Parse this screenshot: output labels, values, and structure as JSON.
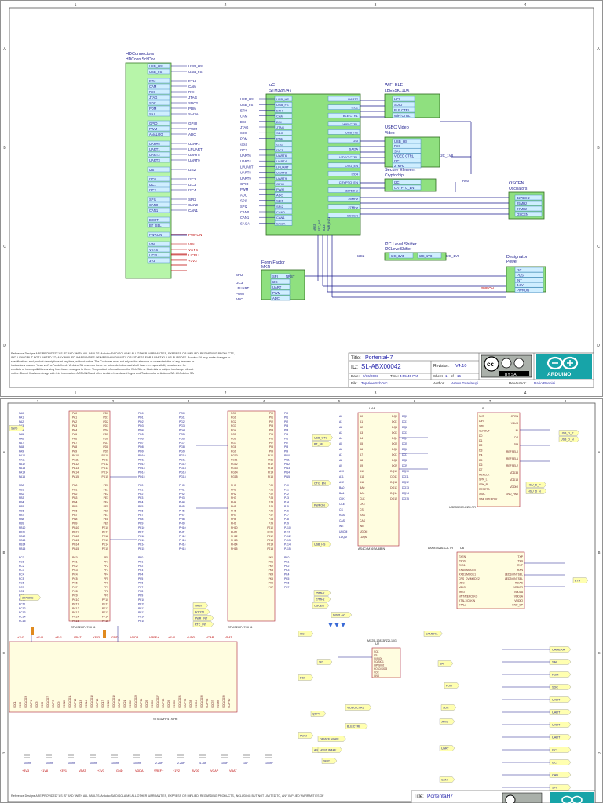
{
  "sheet1": {
    "col_numbers": [
      "1",
      "2",
      "3",
      "4"
    ],
    "row_letters": [
      "A",
      "B",
      "C",
      "D"
    ],
    "connector": {
      "title": "HDConnectors",
      "subtitle": "HDConn.SchDoc",
      "groups": [
        [
          "USB_HS",
          "USB_FS"
        ],
        [
          "ETH",
          "CAM",
          "DSI",
          "JTAG",
          "SDC",
          "PDM",
          "SAI"
        ],
        [
          "GPIO",
          "PWM",
          "ANALOG"
        ],
        [
          "UART0",
          "UART1",
          "UART2",
          "UART3"
        ],
        [
          "I2S"
        ],
        [
          "I2C0",
          "I2C1",
          "I2C2"
        ],
        [
          "SPI1",
          "CAN0",
          "CAN1"
        ],
        [
          "BOOT",
          "BT_SEL"
        ],
        [
          "PWRON"
        ],
        [
          "VIN",
          "VSYS",
          "LICELL",
          "3V3"
        ]
      ],
      "nets": [
        "USB_HS",
        "USB_FS",
        "ETH",
        "CAM",
        "DSI",
        "JTAG",
        "SDC2",
        "PDM",
        "SAI2A",
        "GPIO",
        "PWM",
        "ADC",
        "UART4",
        "LPUART",
        "UART8",
        "UART9",
        "I2S2",
        "I2C2",
        "I2C3",
        "I2C4",
        "SPI2",
        "CAN0",
        "CAN1",
        "",
        "",
        "PWRON",
        "VIN",
        "VSYS",
        "LICELL",
        "+3V3"
      ]
    },
    "uc": {
      "title": "uC",
      "subtitle": "STM32H747",
      "left_pins": [
        "USB_HS",
        "USB_FS",
        "ETH",
        "CAM",
        "DSI",
        "JTAG",
        "SDC",
        "PDM",
        "I2S2",
        "I2C3",
        "UART6",
        "UART4",
        "LPUART",
        "UART8",
        "UART9",
        "GPIO",
        "PWM",
        "ADC",
        "SPI1",
        "SPI2",
        "CAN0",
        "CAN1",
        "SAI2A"
      ],
      "right_pins": [
        "UART7",
        "I2C1",
        "BLE CTRL",
        "WiFi CTRL",
        "USB_HS",
        "DSI",
        "SAI2A",
        "VIDEO CTRL",
        "OTG_EN",
        "I2C4",
        "CRYPTO_EN",
        "32768Hz",
        "25MHz",
        "27MHz",
        "OSCEN"
      ],
      "bottom_pins": [
        "NRST",
        "RTC_INT",
        "BOOT",
        "PWR_INT1"
      ]
    },
    "wifi": {
      "title": "WiFi-BLE",
      "subtitle": "LBEE5KL1DX",
      "pins": [
        "HCI",
        "SDIO",
        "BLE CTRL",
        "WiFi CTRL"
      ]
    },
    "video": {
      "title": "USBC Video",
      "subtitle": "Video",
      "pins": [
        "USB_HS",
        "DSI",
        "SAI",
        "VIDEO CTRL",
        "I2C",
        "27MHz"
      ]
    },
    "secure": {
      "title": "Secure Element",
      "subtitle": "Cryptochip",
      "pins": [
        "I2C",
        "CRYPTO_EN"
      ]
    },
    "osc": {
      "title": "OSCEN",
      "subtitle": "Oscillators",
      "pins": [
        "32768Hz",
        "25MHz",
        "27MHz",
        "OSCEN"
      ]
    },
    "level": {
      "title": "I2C Level Shifter",
      "subtitle": "I2CLevelShifter",
      "pins": [
        "I2C_3V3",
        "I2C_1V8"
      ]
    },
    "mkr": {
      "title": "Form Factor",
      "subtitle": "MKR",
      "pins": [
        "SPI",
        "I2C",
        "UART",
        "PWM",
        "ADC",
        "NRST"
      ]
    },
    "designator": {
      "title": "Designator",
      "subtitle": "Power",
      "pins": [
        "I2C",
        "PGS",
        "INT",
        "3.3V",
        "PWRON"
      ]
    },
    "misc_labels": [
      "I2C_1V8",
      "I2C_1V8",
      "I2C2",
      "PWRON",
      "R60",
      "SPI2",
      "I2C3",
      "LPUART",
      "PWM",
      "ADC"
    ],
    "footer": {
      "notice": "Reference Designs ARE PROVIDED \"AS IS\" AND \"WITH ALL FAULTS. Arduino SA DISCLAIMS ALL OTHER WARRANTIES, EXPRESS OR IMPLIED, REGARDING PRODUCTS, INCLUDING BUT NOT LIMITED TO, ANY IMPLIED WARRANTIES OF MERCHANTABILITY OR FITNESS FOR A PARTICULAR PURPOSE. Arduino SA may make changes to specifications and product descriptions at any time, without notice. The Customer must not rely on the absence or characteristics of any features or instructions marked \"reserved\" or \"undefined.\" Arduino SA reserves these for future definition and shall have no responsibility whatsoever for conflicts or incompatibilities arising from future changes to them. The product information on the Web Site or Materials is subject to change without notice. Do not finalize a design with this information. ARDUINO and other Arduino brands and logos and Trademarks of Arduino SA. All Arduino SA Trademarks cannot be used without owner's formal permission.",
      "title_label": "Title:",
      "title": "PortentaH7",
      "id_label": "ID:",
      "id": "SL-ABX00042",
      "revision_label": "Revision:",
      "revision": "V4.10",
      "date_label": "Date:",
      "date": "9/16/2023",
      "time_label": "Time:",
      "time": "4:55:45 PM",
      "sheet_label": "Sheet",
      "sheet": "1",
      "of_label": "of",
      "sheets": "16",
      "file_label": "File:",
      "file": "TopView.SchDoc",
      "author_label": "Author:",
      "author": "Arturo Guadalupi",
      "rev_author_label": "RevAuthor:",
      "rev_author": "Dario Pennisi",
      "cc_text": "BY  SA",
      "logo_text": "ARDUINO"
    }
  },
  "sheet2": {
    "col_numbers": [
      "1",
      "2",
      "3",
      "4",
      "5",
      "6",
      "7",
      "8"
    ],
    "row_letters": [
      "A",
      "B",
      "C",
      "D"
    ],
    "mcu_label": "STM32H747XIH6",
    "mcu_label2": "STM32H747XIH6",
    "mcu_label3": "STM32H747XIH6",
    "pa_pins": [
      "PA0",
      "PA1",
      "PA2",
      "PA3",
      "PA4",
      "PA5",
      "PA6",
      "PA7",
      "PA8",
      "PA9",
      "PA10",
      "PA11",
      "PA12",
      "PA13",
      "PA14",
      "PA15"
    ],
    "pb_pins": [
      "PB0",
      "PB1",
      "PB2",
      "PB3",
      "PB4",
      "PB5",
      "PB6",
      "PB7",
      "PB8",
      "PB9",
      "PB10",
      "PB11",
      "PB12",
      "PB13",
      "PB14",
      "PB15"
    ],
    "pc_pins": [
      "PC0",
      "PC1",
      "PC2",
      "PC3",
      "PC4",
      "PC5",
      "PC6",
      "PC7",
      "PC8",
      "PC9",
      "PC10",
      "PC11",
      "PC12",
      "PC13",
      "PC14",
      "PC15"
    ],
    "pd_pins": [
      "PD0",
      "PD1",
      "PD2",
      "PD3",
      "PD4",
      "PD5",
      "PD6",
      "PD7",
      "PD8",
      "PD9",
      "PD10",
      "PD11",
      "PD12",
      "PD13",
      "PD14",
      "PD15"
    ],
    "pe_pins": [
      "PE0",
      "PE1",
      "PE2",
      "PE3",
      "PE4",
      "PE5",
      "PE6",
      "PE7",
      "PE8",
      "PE9",
      "PE10",
      "PE11",
      "PE12",
      "PE13",
      "PE14",
      "PE15"
    ],
    "pf_pins": [
      "PF0",
      "PF1",
      "PF2",
      "PF3",
      "PF4",
      "PF5",
      "PF6",
      "PF7",
      "PF8",
      "PF9",
      "PF10",
      "PF11",
      "PF12",
      "PF13",
      "PF14",
      "PF15"
    ],
    "pg_pins": [
      "PG0",
      "PG1",
      "PG2",
      "PG3",
      "PG4",
      "PG5",
      "PG6",
      "PG7",
      "PG8",
      "PG9",
      "PG10",
      "PG11",
      "PG12",
      "PG13",
      "PG14",
      "PG15"
    ],
    "ph_pins": [
      "PH0",
      "PH1",
      "PH2",
      "PH3",
      "PH4",
      "PH5",
      "PH6",
      "PH7",
      "PH8",
      "PH9",
      "PH10",
      "PH11",
      "PH12",
      "PH13",
      "PH14",
      "PH15"
    ],
    "pi_pins": [
      "PI0",
      "PI1",
      "PI2",
      "PI3",
      "PI4",
      "PI5",
      "PI6",
      "PI7",
      "PI8",
      "PI9",
      "PI10",
      "PI11",
      "PI12",
      "PI13",
      "PI14",
      "PI15"
    ],
    "pj_pins": [
      "PJ0",
      "PJ1",
      "PJ2",
      "PJ3",
      "PJ4",
      "PJ5",
      "PJ6",
      "PJ7",
      "PJ8",
      "PJ9",
      "PJ10",
      "PJ11",
      "PJ12",
      "PJ13",
      "PJ14",
      "PJ15"
    ],
    "pk_pins": [
      "PK0",
      "PK1",
      "PK2",
      "PK3",
      "PK4",
      "PK5",
      "PK6",
      "PK7"
    ],
    "sdram_pins": [
      "A0",
      "A1",
      "A2",
      "A3",
      "A4",
      "A5",
      "A6",
      "A7",
      "A8",
      "A9",
      "A10",
      "A11",
      "A12",
      "BA0",
      "BA1",
      "CLK",
      "CKE",
      "CS",
      "RAS",
      "CAS",
      "WE",
      "UDQM",
      "LDQM"
    ],
    "sdram_dq": [
      "DQ0",
      "DQ1",
      "DQ2",
      "DQ3",
      "DQ4",
      "DQ5",
      "DQ6",
      "DQ7",
      "DQ8",
      "DQ9",
      "DQ10",
      "DQ11",
      "DQ12",
      "DQ13",
      "DQ14",
      "DQ15"
    ],
    "sdram_label": "AS4C4M16SA-6BIN",
    "sdram_ref": "U4A",
    "usb_phy_label": "USB3320C-EZK-TR",
    "usb_phy_ref": "U5",
    "usb_left": [
      "NXT",
      "DIR",
      "STP",
      "CLKOUT",
      "D0",
      "D1",
      "D2",
      "D3",
      "D4",
      "D5",
      "D6",
      "D7",
      "REFCLK",
      "SPK_L",
      "SPK_R",
      "RESETB",
      "XTAL",
      "XTALI/REFCLK"
    ],
    "usb_right": [
      "CPEN",
      "VBUS",
      "ID",
      "DP",
      "DM",
      "REFSEL0",
      "REFSEL1",
      "REFSEL2",
      "VDD33",
      "VDD18",
      "VDDIO",
      "GND_PAD"
    ],
    "eth_label": "LAN8742AI-CZ-TR",
    "eth_ref": "U6",
    "eth_left": [
      "TXEN",
      "TXD0",
      "TXD1",
      "RXD0/MODE0",
      "RXD1/MODE1",
      "CRS_DV/MODE2",
      "MDC",
      "MDIO",
      "nRST",
      "nINT/REFCLKO",
      "XTAL1/CLKIN",
      "XTAL2"
    ],
    "eth_right": [
      "TXP",
      "TXN",
      "RXP",
      "RXN",
      "LED1/nINTSEL",
      "LED2/nINTSEL",
      "RBIAS",
      "VDDCR",
      "VDD1A",
      "VDD2A",
      "VDDIO",
      "GND_EP"
    ],
    "qspi_label": "MX25L12833FZ2I-10G",
    "qspi_ref": "U2",
    "qspi_pins": [
      "SCK",
      "CS",
      "SI/SIO0",
      "SO/SIO1",
      "WP/SIO2",
      "HOLD/SIO3",
      "VCC",
      "GND"
    ],
    "net_labels": [
      "SWD",
      "USB_OTG",
      "OTG_EN",
      "PWRON",
      "BT_SEL",
      "USB_D_P",
      "USB_D_N",
      "HSU_D_P",
      "HSU_D_N",
      "ETH",
      "CAMERA",
      "SAI",
      "PDM",
      "SDC",
      "UART",
      "CAN",
      "I2C",
      "SPI",
      "ANALOG",
      "PWM",
      "DSI",
      "VIDEO CTRL",
      "BLE CTRL",
      "HOST WAKE",
      "DEVICE WAKE",
      "JTAG",
      "SPI2",
      "QSPI",
      "USB_HS",
      "DISPLAY",
      "32768Hz",
      "25MHz",
      "27MHz",
      "OSCEN",
      "NRST",
      "BOOT0",
      "PWR_INT",
      "RTC_INT"
    ],
    "right_connectors": [
      "CAMERA",
      "SAI",
      "PDM",
      "SDC",
      "UART",
      "UART",
      "UART",
      "UART",
      "I2C",
      "I2C",
      "CAN",
      "SPI"
    ],
    "power_labels": [
      "+3V3",
      "+1V8",
      "+3V1",
      "VBAT",
      "+3V3",
      "GND",
      "VDDA",
      "VREF+",
      "+1V2",
      "AVDD",
      "VCAP",
      "VBAT"
    ],
    "cap_labels": [
      "100nF",
      "100nF",
      "100nF",
      "100nF",
      "100nF",
      "100nF",
      "2.2uF",
      "2.2uF",
      "4.7uF",
      "10uF",
      "1uF",
      "100nF"
    ],
    "footer": {
      "notice": "Reference Designs ARE PROVIDED \"AS IS\" AND \"WITH ALL FAULTS. Arduino SA DISCLAIMS ALL OTHER WARRANTIES, EXPRESS OR IMPLIED, REGARDING PRODUCTS, INCLUDING BUT NOT LIMITED TO, ANY IMPLIED WARRANTIES OF MERCHANTABILITY OR FITNESS FOR A PARTICULAR PURPOSE.",
      "title_label": "Title:",
      "title": "PortentaH7"
    }
  }
}
